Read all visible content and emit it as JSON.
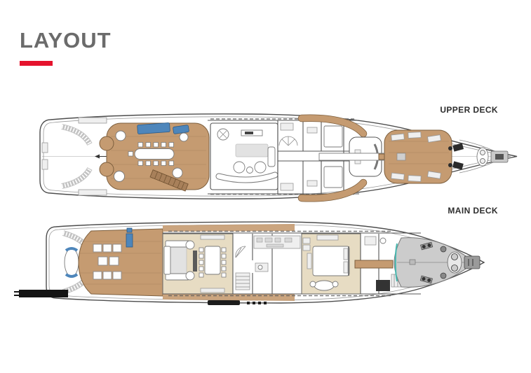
{
  "header": {
    "title": "LAYOUT"
  },
  "decks": {
    "upper": {
      "label": "UPPER DECK"
    },
    "main": {
      "label": "MAIN DECK"
    }
  },
  "colors": {
    "accent_red": "#e5132d",
    "title_gray": "#6b6b6b",
    "label_text": "#2d2d2d",
    "teak_wood": "#c59b71",
    "interior_floor": "#e7dcc3",
    "sunpad_blue": "#4e86bb",
    "foredeck_gray": "#cccccc",
    "hull_line": "#4d4d4d",
    "gangway_black": "#141414",
    "teal_accent": "#49b8b0"
  }
}
